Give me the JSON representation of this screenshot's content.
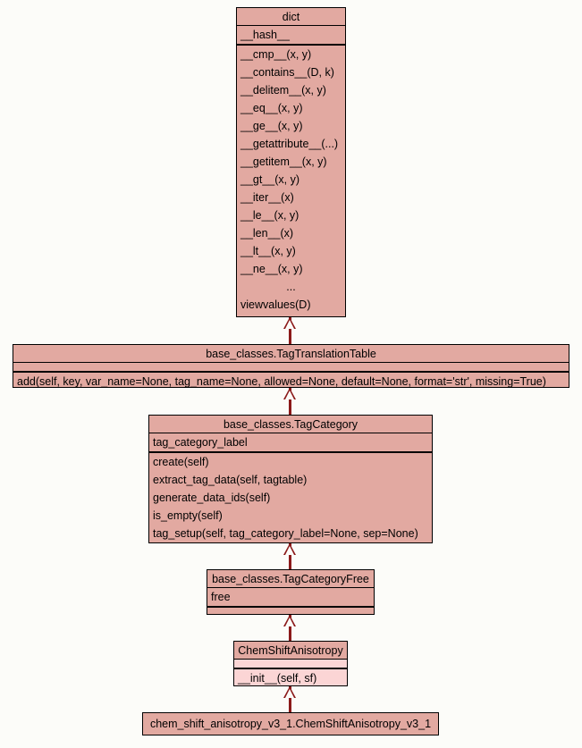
{
  "diagram": {
    "type": "uml-class-diagram",
    "background_color": "#fcfcf9",
    "class_fill_color": "#e2a9a1",
    "focus_fill_color": "#fbd5d5",
    "connector_color": "#8b1a1a",
    "border_color": "#000000"
  },
  "classes": [
    {
      "id": "dict",
      "name": "dict",
      "attributes": [
        "__hash__"
      ],
      "operations": [
        "__cmp__(x, y)",
        "__contains__(D, k)",
        "__delitem__(x, y)",
        "__eq__(x, y)",
        "__ge__(x, y)",
        "__getattribute__(...)",
        "__getitem__(x, y)",
        "__gt__(x, y)",
        "__iter__(x)",
        "__le__(x, y)",
        "__len__(x)",
        "__lt__(x, y)",
        "__ne__(x, y)",
        "...",
        "viewvalues(D)"
      ]
    },
    {
      "id": "tag-translation-table",
      "name": "base_classes.TagTranslationTable",
      "attributes": [],
      "operations": [
        "add(self, key, var_name=None, tag_name=None, allowed=None, default=None, format='str', missing=True)"
      ]
    },
    {
      "id": "tag-category",
      "name": "base_classes.TagCategory",
      "attributes": [
        "tag_category_label"
      ],
      "operations": [
        "create(self)",
        "extract_tag_data(self, tagtable)",
        "generate_data_ids(self)",
        "is_empty(self)",
        "tag_setup(self, tag_category_label=None, sep=None)"
      ]
    },
    {
      "id": "tag-category-free",
      "name": "base_classes.TagCategoryFree",
      "attributes": [
        "free"
      ],
      "operations": []
    },
    {
      "id": "chem-shift-anisotropy",
      "name": "ChemShiftAnisotropy",
      "attributes": [],
      "operations": [
        "__init__(self, sf)"
      ]
    },
    {
      "id": "chem-shift-anisotropy-v3-1",
      "name": "chem_shift_anisotropy_v3_1.ChemShiftAnisotropy_v3_1",
      "attributes": [],
      "operations": []
    }
  ],
  "relationships": [
    {
      "from": "tag-translation-table",
      "to": "dict",
      "kind": "generalization"
    },
    {
      "from": "tag-category",
      "to": "tag-translation-table",
      "kind": "generalization"
    },
    {
      "from": "tag-category-free",
      "to": "tag-category",
      "kind": "generalization"
    },
    {
      "from": "chem-shift-anisotropy",
      "to": "tag-category-free",
      "kind": "generalization"
    },
    {
      "from": "chem-shift-anisotropy-v3-1",
      "to": "chem-shift-anisotropy",
      "kind": "generalization"
    }
  ]
}
